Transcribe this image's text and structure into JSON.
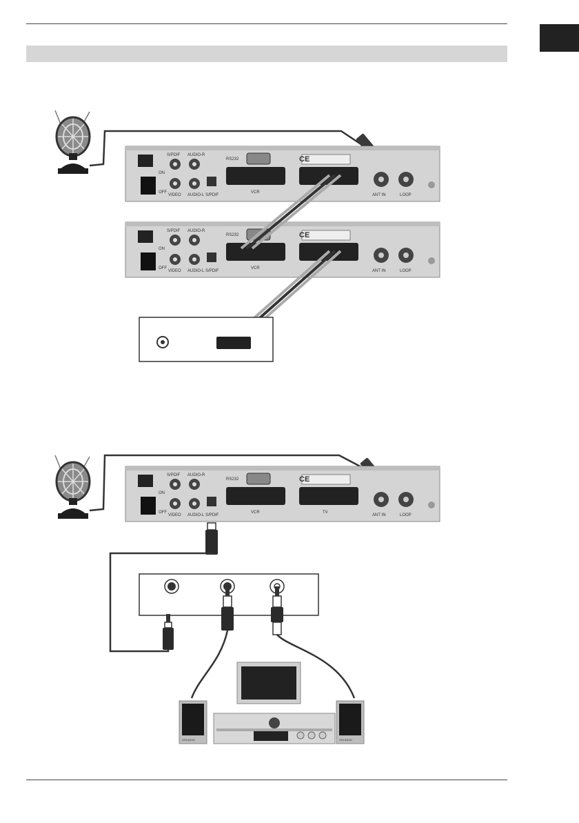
{
  "colors": {
    "rule": "#444444",
    "tab": "#222222",
    "title_bar": "#d6d6d6",
    "panel": "#d0d0d0",
    "cable": "#3a3a3a"
  },
  "receiver": {
    "labels": {
      "spdif_top": "S/PDIF",
      "audio_r": "AUDIO-R",
      "rs232": "RS232",
      "on": "ON",
      "off": "OFF",
      "video": "VIDEO",
      "audio_l": "AUDIO-L",
      "spdif_bottom": "S/PDIF",
      "vcr": "VCR",
      "tv": "TV",
      "ant_in": "ANT IN",
      "loop": "LOOP",
      "ce": "CE"
    }
  },
  "speakers": {
    "brand": "GRUNDIG"
  }
}
